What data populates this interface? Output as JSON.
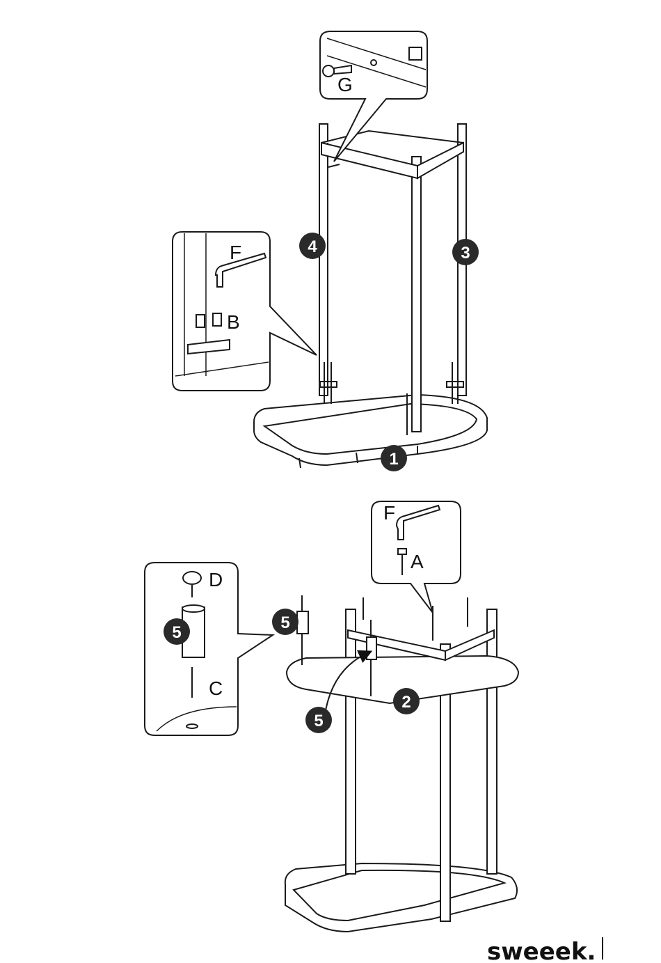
{
  "labels": {
    "g": "G",
    "f_top": "F",
    "b": "B",
    "f_bottom": "F",
    "a": "A",
    "d": "D",
    "c": "C"
  },
  "part_numbers": {
    "base": "1",
    "shelf": "2",
    "leg_right": "3",
    "leg_left": "4",
    "foot_detail": "5",
    "foot_side": "5",
    "foot_pointer": "5"
  },
  "brand": "sweeek.",
  "colors": {
    "ink": "#1a1a1a",
    "badge": "#2a2a2a",
    "paper": "#ffffff"
  }
}
